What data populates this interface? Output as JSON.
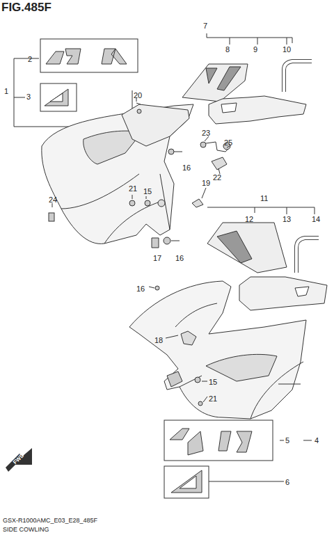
{
  "diagram": {
    "title": "FIG.485F",
    "labels": [
      "1",
      "2",
      "3",
      "4",
      "5",
      "6",
      "7",
      "8",
      "9",
      "10",
      "11",
      "12",
      "13",
      "14",
      "15",
      "16",
      "17",
      "16",
      "19",
      "20",
      "21",
      "22",
      "23",
      "24",
      "25",
      "16",
      "18",
      "15",
      "21",
      "FWD",
      "GSX-R1000AMC_E03_E28_485F",
      "SIDE COWLING"
    ]
  }
}
